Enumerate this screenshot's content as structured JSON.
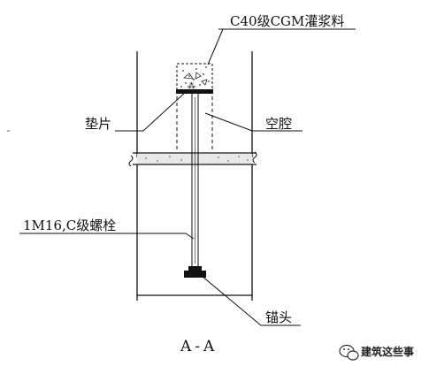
{
  "labels": {
    "grout": "C40级CGM灌浆料",
    "shim": "垫片",
    "cavity": "空腔",
    "bolt": "1M16,C级螺栓",
    "anchor": "锚头",
    "section": "A-A"
  },
  "watermark": {
    "text": "建筑这些事",
    "icon": "wechat-logo-icon"
  }
}
